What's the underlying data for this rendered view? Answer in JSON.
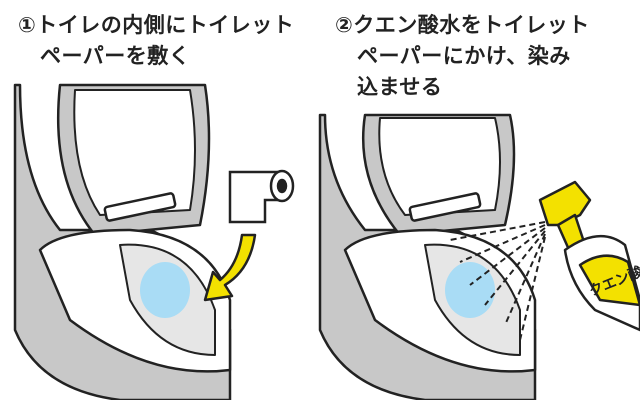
{
  "steps": [
    {
      "number": "①",
      "line1": "トイレの内側にトイレット",
      "line2": "ペーパーを敷く"
    },
    {
      "number": "②",
      "line1": "クエン酸水をトイレット",
      "line2": "ペーパーにかけ、染み",
      "line3": "込ませる"
    }
  ],
  "bottle_label": "クエン酸",
  "colors": {
    "outline": "#222222",
    "toilet_gray": "#c8c8c8",
    "water_blue": "#a9dcf5",
    "arrow_yellow": "#f3e100",
    "light_gray": "#e6e6e6"
  }
}
